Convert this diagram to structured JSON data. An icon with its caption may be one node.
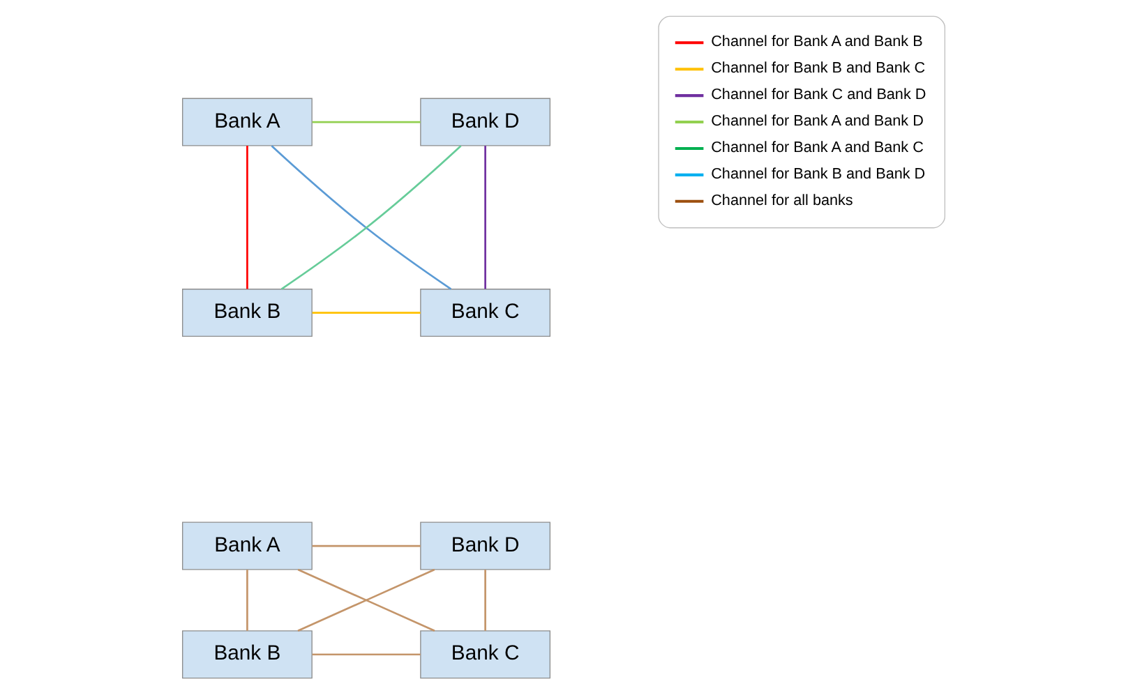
{
  "diagram": {
    "nodes": [
      {
        "text": [
          "Bank A"
        ]
      },
      {
        "text": [
          "Bank D"
        ]
      },
      {
        "text": [
          "Bank B"
        ]
      },
      {
        "text": [
          "Bank C"
        ]
      },
      {
        "text": [
          "Bank A"
        ]
      },
      {
        "text": [
          "Bank D"
        ]
      },
      {
        "text": [
          "Bank B"
        ]
      },
      {
        "text": [
          "Bank C"
        ]
      }
    ],
    "edges": [
      {
        "from": 0,
        "to": 1,
        "arrow": "none",
        "color": "#92d050"
      },
      {
        "from": 0,
        "to": 2,
        "arrow": "none",
        "color": "#ff0000"
      },
      {
        "from": 0,
        "to": 3,
        "arrow": "none",
        "color": "#5b9bd5"
      },
      {
        "from": 1,
        "to": 2,
        "arrow": "none",
        "color": "#66cc99"
      },
      {
        "from": 1,
        "to": 3,
        "arrow": "none",
        "color": "#7030a0"
      },
      {
        "from": 2,
        "to": 3,
        "arrow": "none",
        "color": "#ffc000"
      },
      {
        "from": 4,
        "to": 5,
        "arrow": "none",
        "color": "#c4956a"
      },
      {
        "from": 4,
        "to": 6,
        "arrow": "none",
        "color": "#c4956a"
      },
      {
        "from": 4,
        "to": 7,
        "arrow": "none",
        "color": "#c4956a"
      },
      {
        "from": 5,
        "to": 6,
        "arrow": "none",
        "color": "#c4956a"
      },
      {
        "from": 5,
        "to": 7,
        "arrow": "none",
        "color": "#c4956a"
      },
      {
        "from": 6,
        "to": 7,
        "arrow": "none",
        "color": "#c4956a"
      }
    ],
    "legend": [
      {
        "text": "Channel for Bank A and Bank B",
        "color": "#ff0000"
      },
      {
        "text": "Channel for Bank B and Bank C",
        "color": "#ffc000"
      },
      {
        "text": "Channel for Bank C and Bank D",
        "color": "#7030a0"
      },
      {
        "text": "Channel for Bank A and Bank D",
        "color": "#92d050"
      },
      {
        "text": "Channel for Bank A and Bank C",
        "color": "#00b050"
      },
      {
        "text": "Channel for Bank B and Bank D",
        "color": "#00b0f0"
      },
      {
        "text": "Channel for all banks",
        "color": "#9c4f0f"
      }
    ]
  }
}
